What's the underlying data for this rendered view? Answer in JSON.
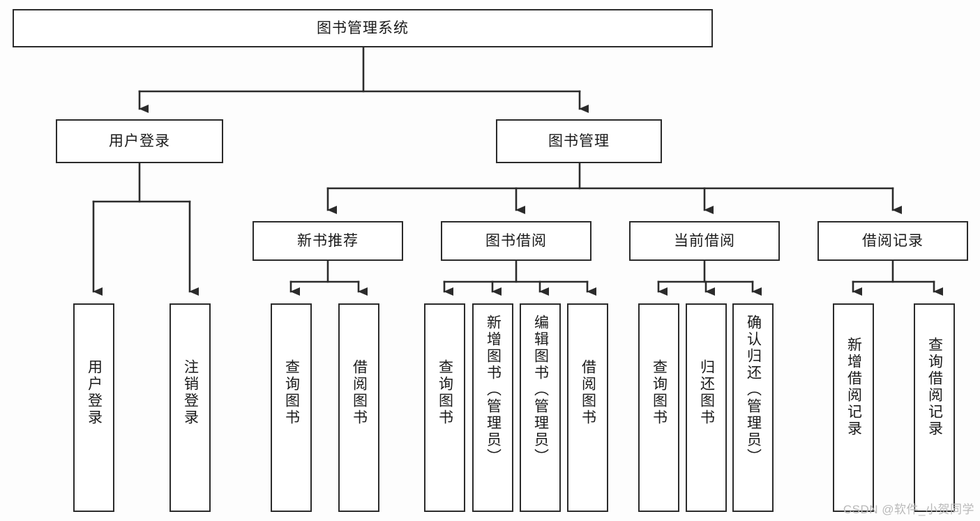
{
  "diagram": {
    "title": "图书管理系统",
    "type": "tree",
    "watermark": "CSDN @软件_小贺同学",
    "colors": {
      "background": "#fdfdfd",
      "node_fill": "#ffffff",
      "node_stroke": "#2b2b2b",
      "connector": "#2b2b2b",
      "text": "#1a1a1a",
      "watermark": "#b9b9b9"
    },
    "nodes": {
      "root": {
        "label": "图书管理系统",
        "level": 0,
        "orientation": "horizontal"
      },
      "l1": [
        {
          "label": "用户登录",
          "orientation": "horizontal"
        },
        {
          "label": "图书管理",
          "orientation": "horizontal"
        }
      ],
      "l2_book": [
        {
          "label": "新书推荐",
          "orientation": "horizontal"
        },
        {
          "label": "图书借阅",
          "orientation": "horizontal"
        },
        {
          "label": "当前借阅",
          "orientation": "horizontal"
        },
        {
          "label": "借阅记录",
          "orientation": "horizontal"
        }
      ],
      "leaves_login": [
        {
          "label": "用户登录",
          "orientation": "vertical"
        },
        {
          "label": "注销登录",
          "orientation": "vertical"
        }
      ],
      "leaves_newbook": [
        {
          "label": "查询图书",
          "orientation": "vertical"
        },
        {
          "label": "借阅图书",
          "orientation": "vertical"
        }
      ],
      "leaves_borrow": [
        {
          "label": "查询图书",
          "orientation": "vertical"
        },
        {
          "label": "新增图书（管理员）",
          "orientation": "vertical"
        },
        {
          "label": "编辑图书（管理员）",
          "orientation": "vertical"
        },
        {
          "label": "借阅图书",
          "orientation": "vertical"
        }
      ],
      "leaves_current": [
        {
          "label": "查询图书",
          "orientation": "vertical"
        },
        {
          "label": "归还图书",
          "orientation": "vertical"
        },
        {
          "label": "确认归还（管理员）",
          "orientation": "vertical"
        }
      ],
      "leaves_record": [
        {
          "label": "新增借阅记录",
          "orientation": "vertical"
        },
        {
          "label": "查询借阅记录",
          "orientation": "vertical"
        }
      ]
    }
  }
}
